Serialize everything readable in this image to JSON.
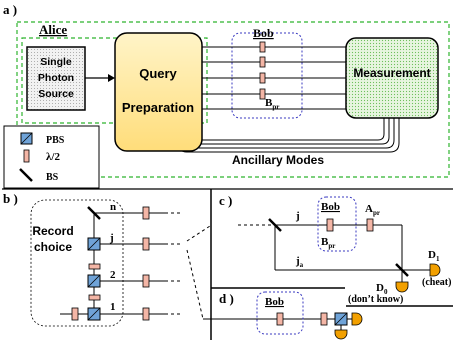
{
  "panel_a": {
    "label": "a )",
    "alice": "Alice",
    "source": [
      "Single",
      "Photon",
      "Source"
    ],
    "query": [
      "Query",
      "Preparation"
    ],
    "bob": "Bob",
    "bpr": "B",
    "bpr_sub": "pr",
    "measurement": "Measurement",
    "ancillary": "Ancillary Modes"
  },
  "legend": {
    "pbs": "PBS",
    "half_wave": "λ/2",
    "bs": "BS"
  },
  "panel_b": {
    "label": "b )",
    "record": [
      "Record",
      "choice"
    ],
    "modes": [
      "n",
      "j",
      "2",
      "1"
    ]
  },
  "panel_c": {
    "label": "c )",
    "j": "j",
    "ja": "j",
    "ja_sub": "a",
    "bob": "Bob",
    "bpr": "B",
    "bpr_sub": "pr",
    "apr": "A",
    "apr_sub": "pr",
    "d0": "D",
    "d0_sub": "0",
    "d1": "D",
    "d1_sub": "1",
    "cheat": "(cheat)",
    "dont_know": "(don’t know)"
  },
  "panel_d": {
    "label": "d )",
    "bob": "Bob"
  },
  "colors": {
    "green_box": "#2fb52f",
    "bob_box": "#3a3ac0",
    "query_fill": "#ffe9a3",
    "measurement_fill": "#cdeec0",
    "pink": "#f4b6a6",
    "pbs_fill": "#6fa3d8",
    "detector": "#f2a000"
  }
}
